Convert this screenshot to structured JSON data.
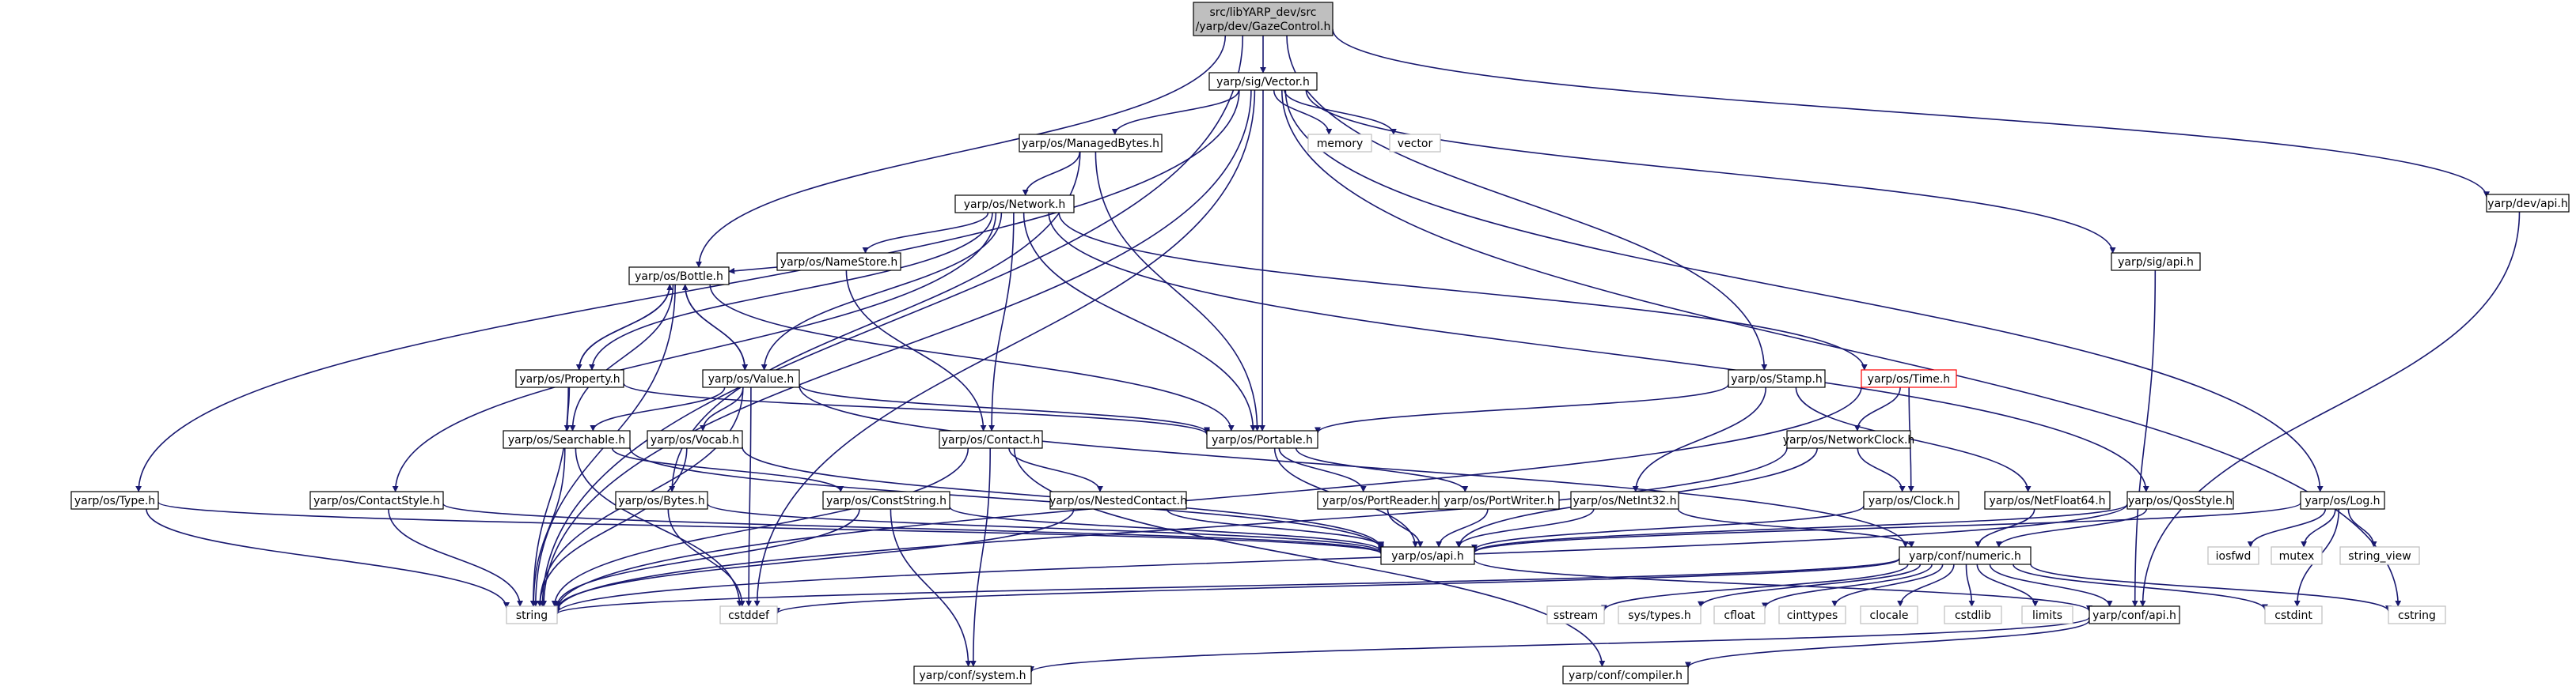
{
  "root": {
    "line1": "src/libYARP_dev/src",
    "line2": "/yarp/dev/GazeControl.h"
  },
  "nodes": {
    "vector": "yarp/sig/Vector.h",
    "devapi": "yarp/dev/api.h",
    "managedbytes": "yarp/os/ManagedBytes.h",
    "memory": "memory",
    "vectorstd": "vector",
    "network": "yarp/os/Network.h",
    "namestore": "yarp/os/NameStore.h",
    "sigapi": "yarp/sig/api.h",
    "bottle": "yarp/os/Bottle.h",
    "property": "yarp/os/Property.h",
    "value": "yarp/os/Value.h",
    "stamp": "yarp/os/Stamp.h",
    "time": "yarp/os/Time.h",
    "searchable": "yarp/os/Searchable.h",
    "vocab": "yarp/os/Vocab.h",
    "contact": "yarp/os/Contact.h",
    "portable": "yarp/os/Portable.h",
    "networkclock": "yarp/os/NetworkClock.h",
    "type": "yarp/os/Type.h",
    "contactstyle": "yarp/os/ContactStyle.h",
    "bytes": "yarp/os/Bytes.h",
    "conststring": "yarp/os/ConstString.h",
    "nestedcontact": "yarp/os/NestedContact.h",
    "portreader": "yarp/os/PortReader.h",
    "portwriter": "yarp/os/PortWriter.h",
    "netint32": "yarp/os/NetInt32.h",
    "clock": "yarp/os/Clock.h",
    "netfloat64": "yarp/os/NetFloat64.h",
    "qosstyle": "yarp/os/QosStyle.h",
    "log": "yarp/os/Log.h",
    "osapi": "yarp/os/api.h",
    "numeric": "yarp/conf/numeric.h",
    "iosfwd": "iosfwd",
    "mutex": "mutex",
    "string_view": "string_view",
    "string": "string",
    "cstddef": "cstddef",
    "sstream": "sstream",
    "systypes": "sys/types.h",
    "cfloat": "cfloat",
    "cinttypes": "cinttypes",
    "clocale": "clocale",
    "cstdlib": "cstdlib",
    "limits": "limits",
    "confapi": "yarp/conf/api.h",
    "cstdint": "cstdint",
    "cstring": "cstring",
    "system": "yarp/conf/system.h",
    "compiler": "yarp/conf/compiler.h"
  },
  "colors": {
    "edge": "#191970",
    "root_fill": "#bfbfbf",
    "node_border": "#000000",
    "external_border": "#bfbfbf",
    "truncated_border": "#ff0000"
  }
}
